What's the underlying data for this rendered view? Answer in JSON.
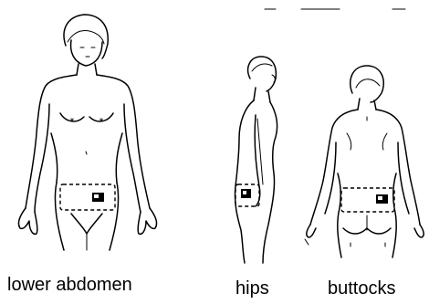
{
  "figures": [
    {
      "id": "lower-abdomen",
      "caption": "lower abdomen",
      "view": "front",
      "patch_site": "lower abdomen"
    },
    {
      "id": "hips",
      "caption": "hips",
      "view": "side",
      "patch_site": "hip"
    },
    {
      "id": "buttocks",
      "caption": "buttocks",
      "view": "back",
      "patch_site": "buttocks"
    }
  ],
  "colors": {
    "line": "#000000",
    "background": "#ffffff"
  }
}
